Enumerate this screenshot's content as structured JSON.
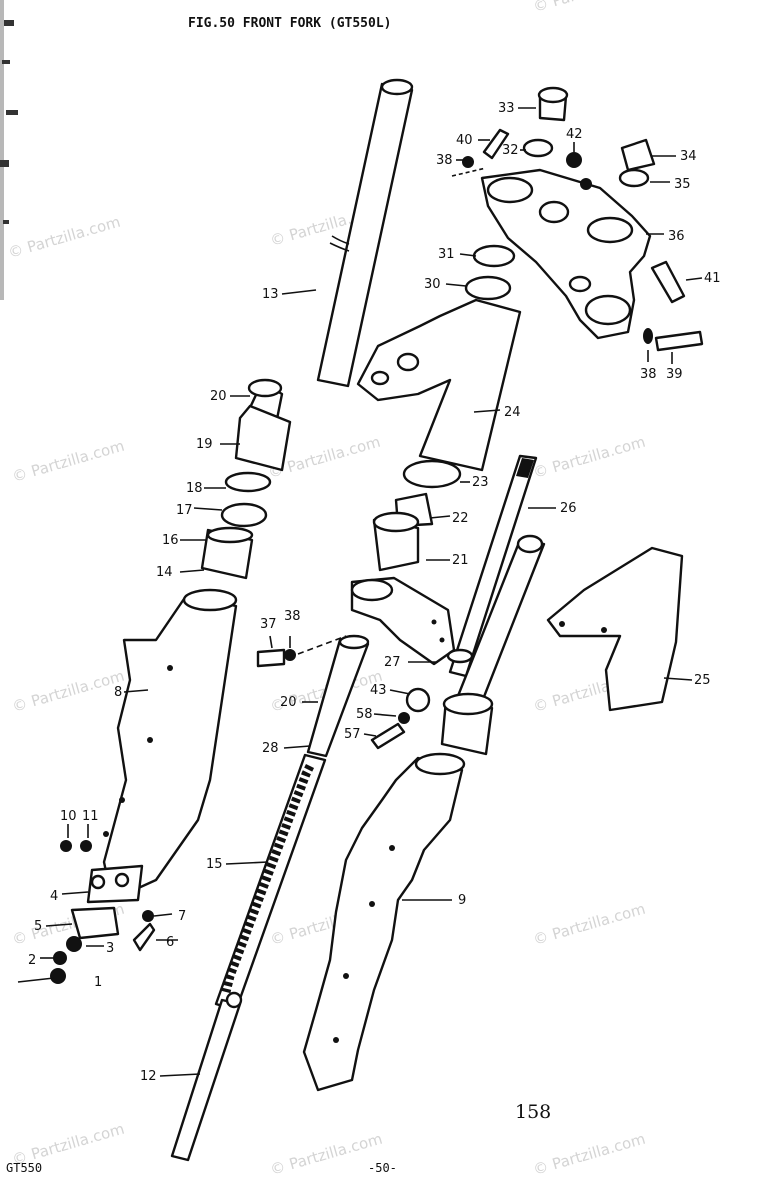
{
  "header": {
    "figure_title": "FIG.50   FRONT FORK (GT550L)"
  },
  "page_number": "158",
  "footer": {
    "model": "GT550",
    "page": "-50-"
  },
  "watermark": {
    "text": "© Partzilla.com"
  },
  "callouts": [
    {
      "number": "1"
    },
    {
      "number": "2"
    },
    {
      "number": "3"
    },
    {
      "number": "4"
    },
    {
      "number": "5"
    },
    {
      "number": "6"
    },
    {
      "number": "7"
    },
    {
      "number": "8"
    },
    {
      "number": "9"
    },
    {
      "number": "10"
    },
    {
      "number": "11"
    },
    {
      "number": "12"
    },
    {
      "number": "13"
    },
    {
      "number": "14"
    },
    {
      "number": "15"
    },
    {
      "number": "16"
    },
    {
      "number": "17"
    },
    {
      "number": "18"
    },
    {
      "number": "19"
    },
    {
      "number": "20"
    },
    {
      "number": "20"
    },
    {
      "number": "21"
    },
    {
      "number": "22"
    },
    {
      "number": "23"
    },
    {
      "number": "24"
    },
    {
      "number": "25"
    },
    {
      "number": "26"
    },
    {
      "number": "27"
    },
    {
      "number": "28"
    },
    {
      "number": "30"
    },
    {
      "number": "31"
    },
    {
      "number": "32"
    },
    {
      "number": "33"
    },
    {
      "number": "34"
    },
    {
      "number": "35"
    },
    {
      "number": "36"
    },
    {
      "number": "37"
    },
    {
      "number": "38"
    },
    {
      "number": "38"
    },
    {
      "number": "38"
    },
    {
      "number": "39"
    },
    {
      "number": "40"
    },
    {
      "number": "41"
    },
    {
      "number": "42"
    },
    {
      "number": "43"
    },
    {
      "number": "57"
    },
    {
      "number": "58"
    }
  ]
}
